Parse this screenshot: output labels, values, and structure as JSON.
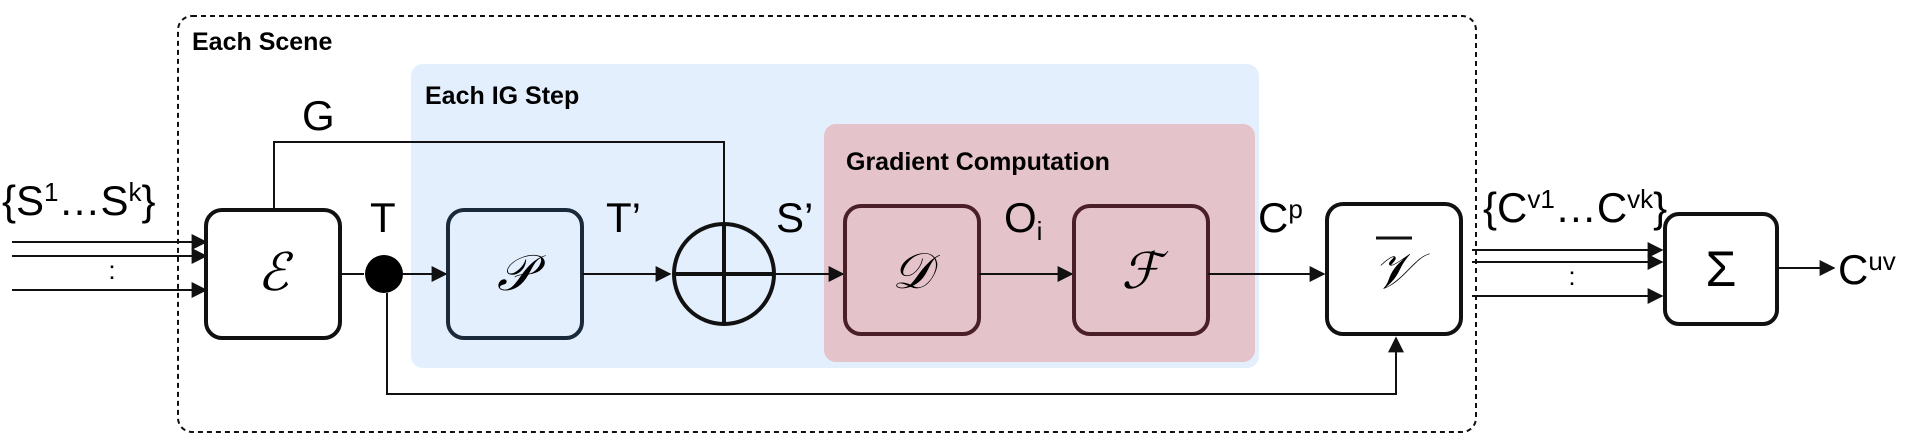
{
  "regions": {
    "scene_title": "Each Scene",
    "ig_title": "Each IG Step",
    "gradient_title": "Gradient Computation"
  },
  "signals": {
    "input_open": "{S",
    "input_sup1": "1",
    "input_mid": "…S",
    "input_supk": "k",
    "input_close": "}",
    "g": "G",
    "t": "T",
    "t_prime": "T’",
    "s_prime": "S’",
    "o_base": "O",
    "o_sub": "i",
    "cp_base": "C",
    "cp_sup": "p",
    "cv_open": "{C",
    "cv_sup1": "v1",
    "cv_mid": "…C",
    "cv_supk": "vk",
    "cv_close": "}",
    "cuv_base": "C",
    "cuv_sup": "uv",
    "ellipsis_in": ":",
    "ellipsis_out": ":"
  },
  "blocks": {
    "encoder": "ℰ",
    "perturb": "𝒫",
    "decoder": "𝒟",
    "feature": "ℱ",
    "validator": "𝒱",
    "sum": "Σ"
  },
  "colors": {
    "ig_region": "#E3EFFD",
    "gradient_region": "#E4C4CA",
    "gradient_box_stroke": "#4A1F27",
    "ig_box_stroke": "#1A2A3A",
    "stroke": "#111111"
  }
}
